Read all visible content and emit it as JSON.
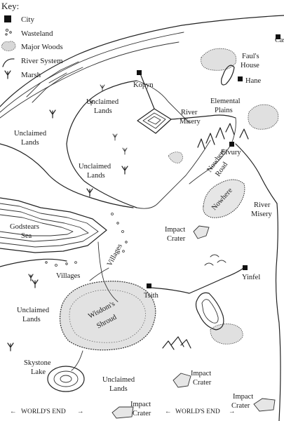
{
  "key": {
    "title": "Key:",
    "items": [
      {
        "label": "City",
        "icon": "city-square-icon"
      },
      {
        "label": "Wasteland",
        "icon": "wasteland-dots-icon"
      },
      {
        "label": "Major Woods",
        "icon": "woods-stipple-icon"
      },
      {
        "label": "River System",
        "icon": "river-curve-icon"
      },
      {
        "label": "Marsh",
        "icon": "marsh-tuft-icon"
      }
    ]
  },
  "cities": [
    {
      "name": "Kopyn"
    },
    {
      "name": "Hane"
    },
    {
      "name": "Elvury"
    },
    {
      "name": "Tsith"
    },
    {
      "name": "Yinfel"
    },
    {
      "name": "Cas"
    }
  ],
  "regions": {
    "unclaimed_1": [
      "Unclaimed",
      "Lands"
    ],
    "unclaimed_2": [
      "Unclaimed",
      "Lands"
    ],
    "unclaimed_3": [
      "Unclaimed",
      "Lands"
    ],
    "unclaimed_4": [
      "Unclaimed",
      "Lands"
    ],
    "unclaimed_5": [
      "Unclaimed",
      "Lands"
    ],
    "godstears": [
      "Godstears",
      "Sea"
    ],
    "villages_1": "Villages",
    "villages_2": "Villages",
    "wisdom": [
      "Wisdom's",
      "Shroud"
    ],
    "skystone": [
      "Skystone",
      "Lake"
    ],
    "elemental": [
      "Elemental",
      "Plains"
    ],
    "fauls_house": [
      "Faul's",
      "House"
    ],
    "nowhere_road": [
      "Nowhere",
      "Road"
    ],
    "nowhere": "Nowhere",
    "river_misery_1": [
      "River",
      "Misery"
    ],
    "river_misery_2": [
      "River",
      "Misery"
    ],
    "impact_1": [
      "Impact",
      "Crater"
    ],
    "impact_2": [
      "Impact",
      "Crater"
    ],
    "impact_3": [
      "Impact",
      "Crater"
    ],
    "impact_4": [
      "Impact",
      "Crater"
    ]
  },
  "worlds_end": {
    "left": "WORLD'S END",
    "right": "WORLD'S END"
  },
  "colors": {
    "ink": "#222222",
    "paper": "#ffffff"
  }
}
